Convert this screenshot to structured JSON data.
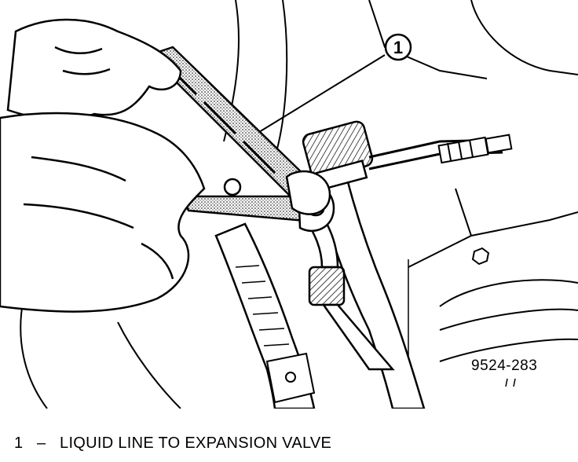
{
  "figure": {
    "callout_number": "1",
    "code": "9524-283"
  },
  "legend": {
    "items": [
      {
        "number": "1",
        "separator": "–",
        "text": "LIQUID LINE TO EXPANSION VALVE"
      }
    ]
  }
}
